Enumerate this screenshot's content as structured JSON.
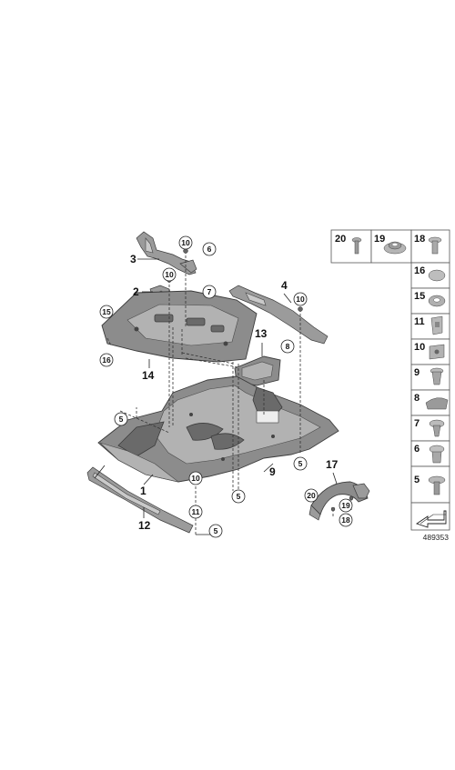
{
  "diagram": {
    "callouts": [
      {
        "id": "c3",
        "text": "3"
      },
      {
        "id": "c2",
        "text": "2"
      },
      {
        "id": "c14",
        "text": "14"
      },
      {
        "id": "c4",
        "text": "4"
      },
      {
        "id": "c13",
        "text": "13"
      },
      {
        "id": "c1",
        "text": "1"
      },
      {
        "id": "c12",
        "text": "12"
      },
      {
        "id": "c9",
        "text": "9"
      },
      {
        "id": "c17",
        "text": "17"
      }
    ],
    "circled_refs": [
      {
        "id": "r10a",
        "text": "10"
      },
      {
        "id": "r6",
        "text": "6"
      },
      {
        "id": "r10b",
        "text": "10"
      },
      {
        "id": "r7",
        "text": "7"
      },
      {
        "id": "r15",
        "text": "15"
      },
      {
        "id": "r16",
        "text": "16"
      },
      {
        "id": "r10c",
        "text": "10"
      },
      {
        "id": "r8",
        "text": "8"
      },
      {
        "id": "r5a",
        "text": "5"
      },
      {
        "id": "r5b",
        "text": "5"
      },
      {
        "id": "r10d",
        "text": "10"
      },
      {
        "id": "r5c",
        "text": "5"
      },
      {
        "id": "r11",
        "text": "11"
      },
      {
        "id": "r5d",
        "text": "5"
      },
      {
        "id": "r20",
        "text": "20"
      },
      {
        "id": "r19",
        "text": "19"
      },
      {
        "id": "r18",
        "text": "18"
      }
    ],
    "parts_panel": {
      "top_row": [
        "20",
        "19",
        "18"
      ],
      "column": [
        "16",
        "15",
        "11",
        "10",
        "9",
        "8",
        "7",
        "6",
        "5"
      ]
    },
    "reference_number": "489353"
  },
  "icons": {
    "arrow": "view-direction-arrow-icon"
  },
  "colors": {
    "shield": "#8c8c8c",
    "outline": "#3c3c3c",
    "background": "#ffffff"
  }
}
